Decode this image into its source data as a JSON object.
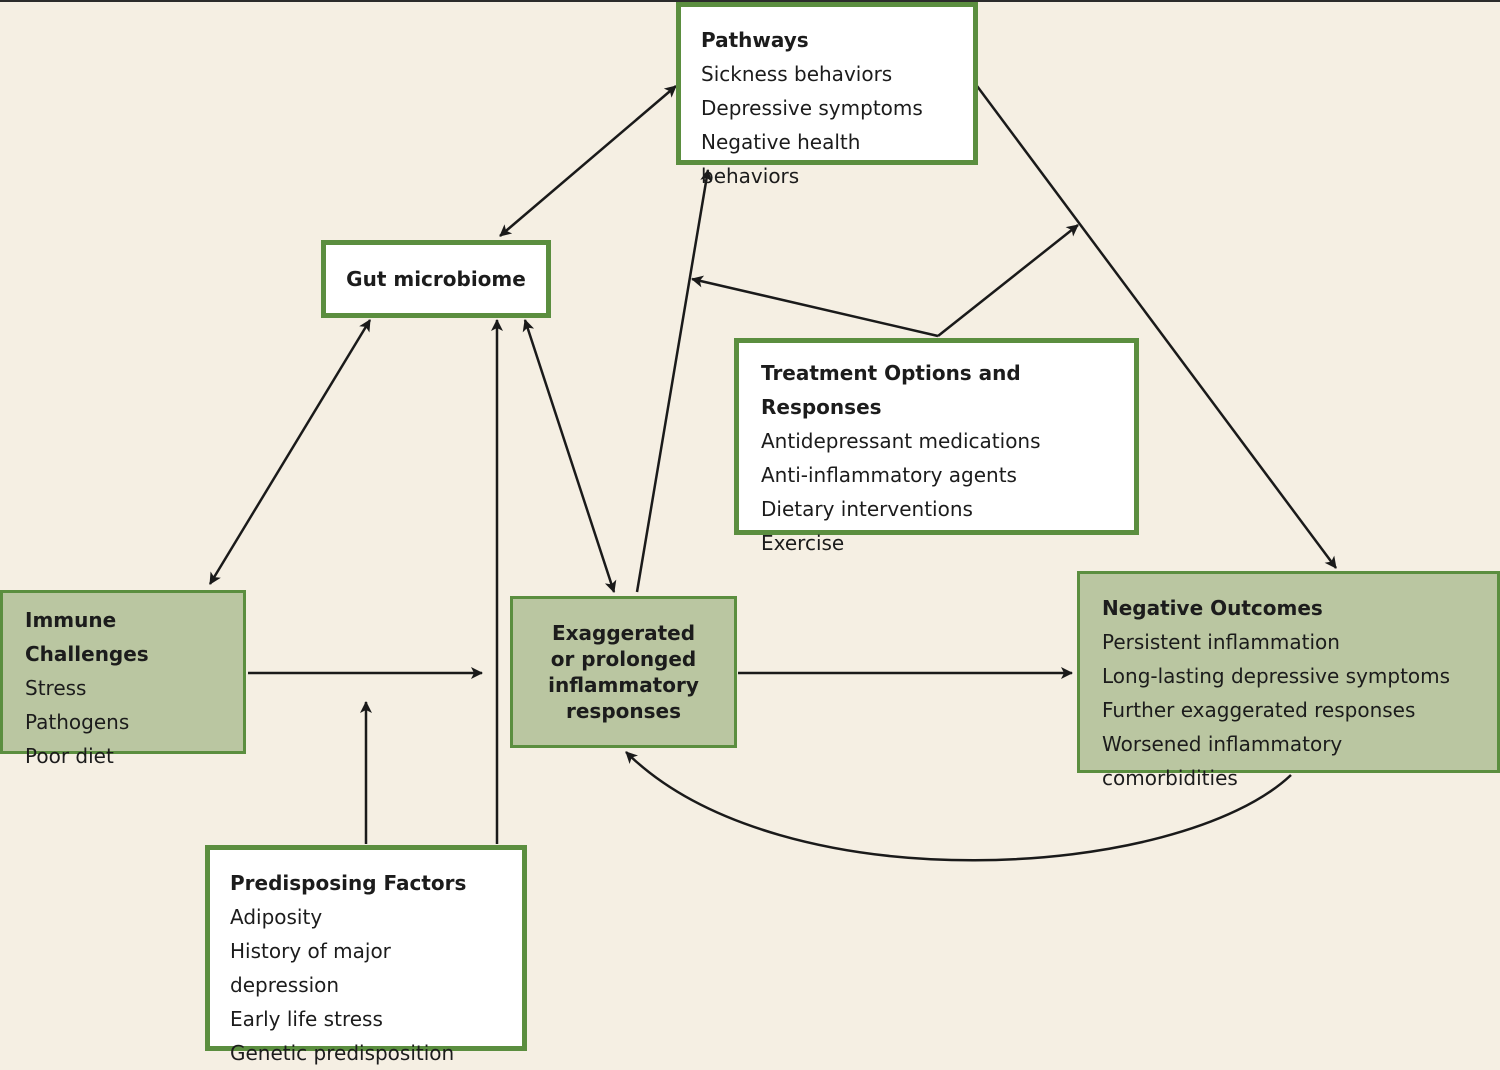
{
  "nodes": {
    "pathways": {
      "title": "Pathways",
      "items": [
        "Sickness behaviors",
        "Depressive symptoms",
        "Negative health behaviors"
      ]
    },
    "gut": {
      "title": "Gut microbiome"
    },
    "treatment": {
      "title": "Treatment Options and Responses",
      "items": [
        "Antidepressant medications",
        "Anti-inflammatory agents",
        "Dietary interventions",
        "Exercise"
      ]
    },
    "immune": {
      "title": "Immune Challenges",
      "items": [
        "Stress",
        "Pathogens",
        "Poor diet"
      ]
    },
    "inflammatory": {
      "title": "Exaggerated or prolonged inflammatory responses"
    },
    "outcomes": {
      "title": "Negative Outcomes",
      "items": [
        "Persistent inflammation",
        "Long-lasting depressive symptoms",
        "Further exaggerated responses",
        "Worsened inflammatory comorbidities"
      ]
    },
    "predisposing": {
      "title": "Predisposing Factors",
      "items": [
        "Adiposity",
        "History of major depression",
        "Early life stress",
        "Genetic predisposition"
      ]
    }
  },
  "colors": {
    "background": "#f5efe3",
    "box_border": "#5b8e3f",
    "box_fill_green": "#bac6a1",
    "box_fill_white": "#ffffff",
    "arrow": "#1a1a1a"
  }
}
